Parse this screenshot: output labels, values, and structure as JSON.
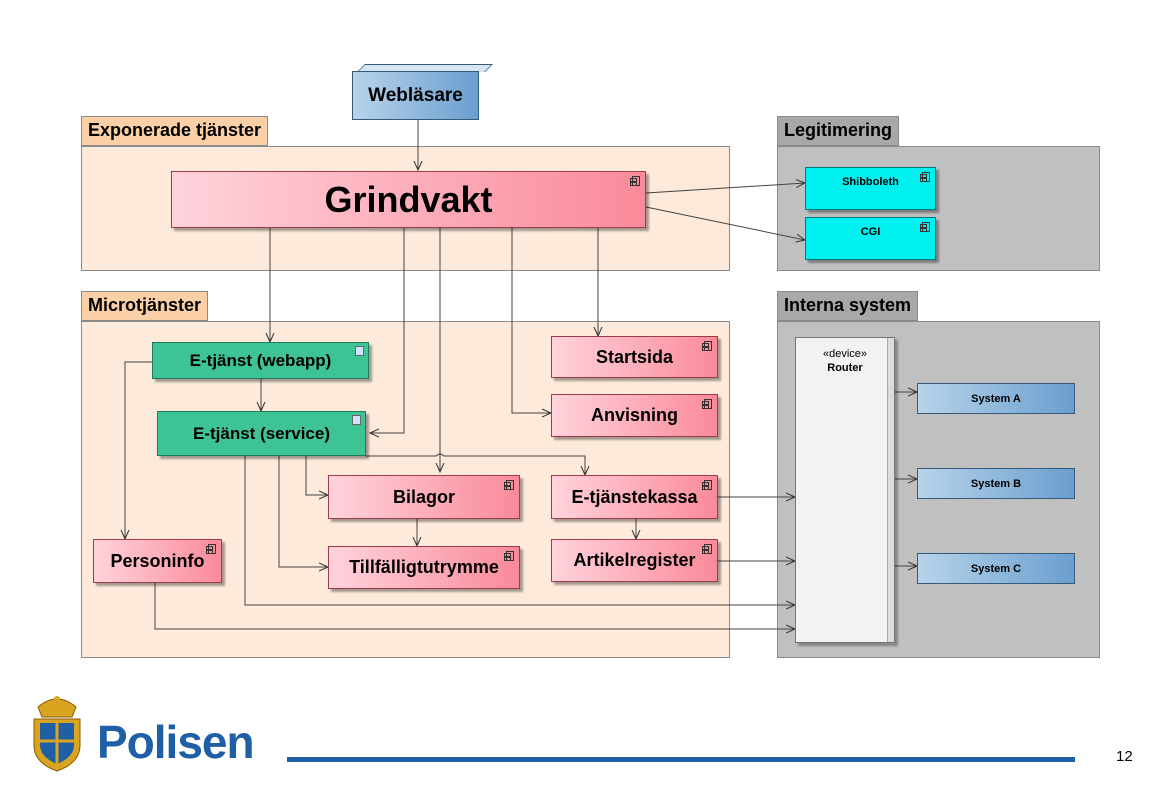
{
  "browser": {
    "label": "Webläsare"
  },
  "packages": {
    "exposed": {
      "label": "Exponerade tjänster"
    },
    "auth": {
      "label": "Legitimering"
    },
    "micro": {
      "label": "Microtjänster"
    },
    "internal": {
      "label": "Interna system"
    }
  },
  "components": {
    "gatekeeper": "Grindvakt",
    "shibboleth": "Shibboleth",
    "cgi": "CGI",
    "eservice_webapp": "E-tjänst (webapp)",
    "eservice_service": "E-tjänst (service)",
    "startpage": "Startsida",
    "guidance": "Anvisning",
    "attachments": "Bilagor",
    "temp_storage": "Tillfälligtutrymme",
    "checkout": "E-tjänstekassa",
    "article_registry": "Artikelregister",
    "person_info": "Personinfo"
  },
  "router": {
    "stereotype": "«device»",
    "label": "Router"
  },
  "systems": [
    "System A",
    "System B",
    "System C"
  ],
  "footer": {
    "brand": "Polisen",
    "page_number": "12"
  },
  "colors": {
    "brand_blue": "#1f5fa6"
  }
}
